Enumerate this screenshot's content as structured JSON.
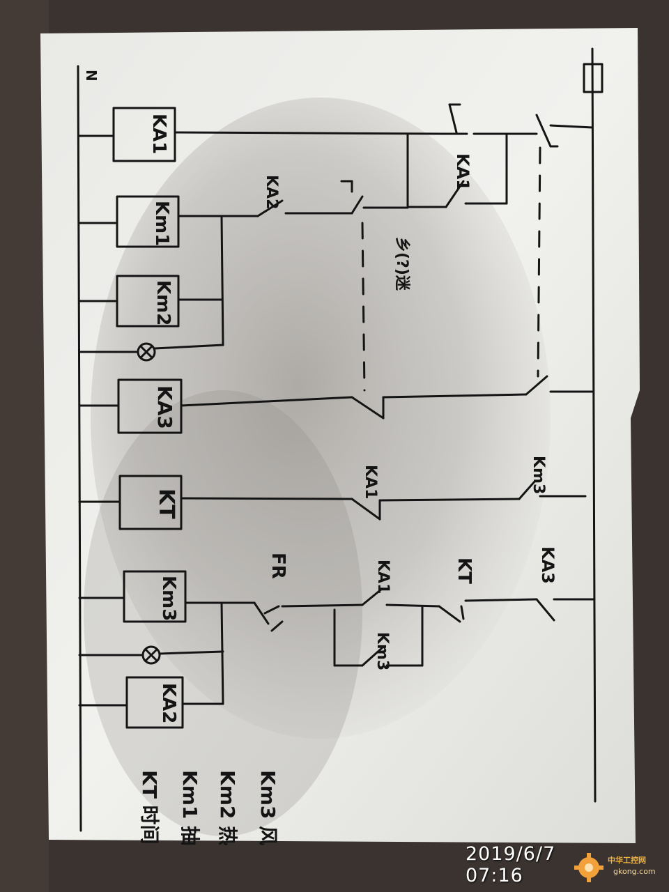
{
  "labels": {
    "neutral": "N",
    "ka1_coil": "KA1",
    "km1_coil": "Km1",
    "km2_coil": "Km2",
    "ka3_coil": "KA3",
    "kt_coil": "KT",
    "km3_coil": "Km3",
    "ka2_coil": "KA2",
    "ka1_contact_top": "KA1",
    "ka2_contact": "KA2",
    "fuzzy_note": "乡(?)迷",
    "ka1_contact_kt": "KA1",
    "km3_contact_kt": "Km3",
    "fr": "FR",
    "ka1_contact_bottom": "KA1",
    "km3_hold": "Km3",
    "kt_contact": "KT",
    "ka3_contact_bottom": "KA3"
  },
  "notes": [
    "Km3 风",
    "Km2 热",
    "Km1 抽",
    "KT 时间"
  ],
  "timestamp": "2019/6/7  07:16",
  "watermark": {
    "name": "中华工控网",
    "url": "gkong.com"
  },
  "colors": {
    "paper": "#efefec",
    "ink": "#141414",
    "background": "#3a3330",
    "shadow": "#7f7a76"
  }
}
